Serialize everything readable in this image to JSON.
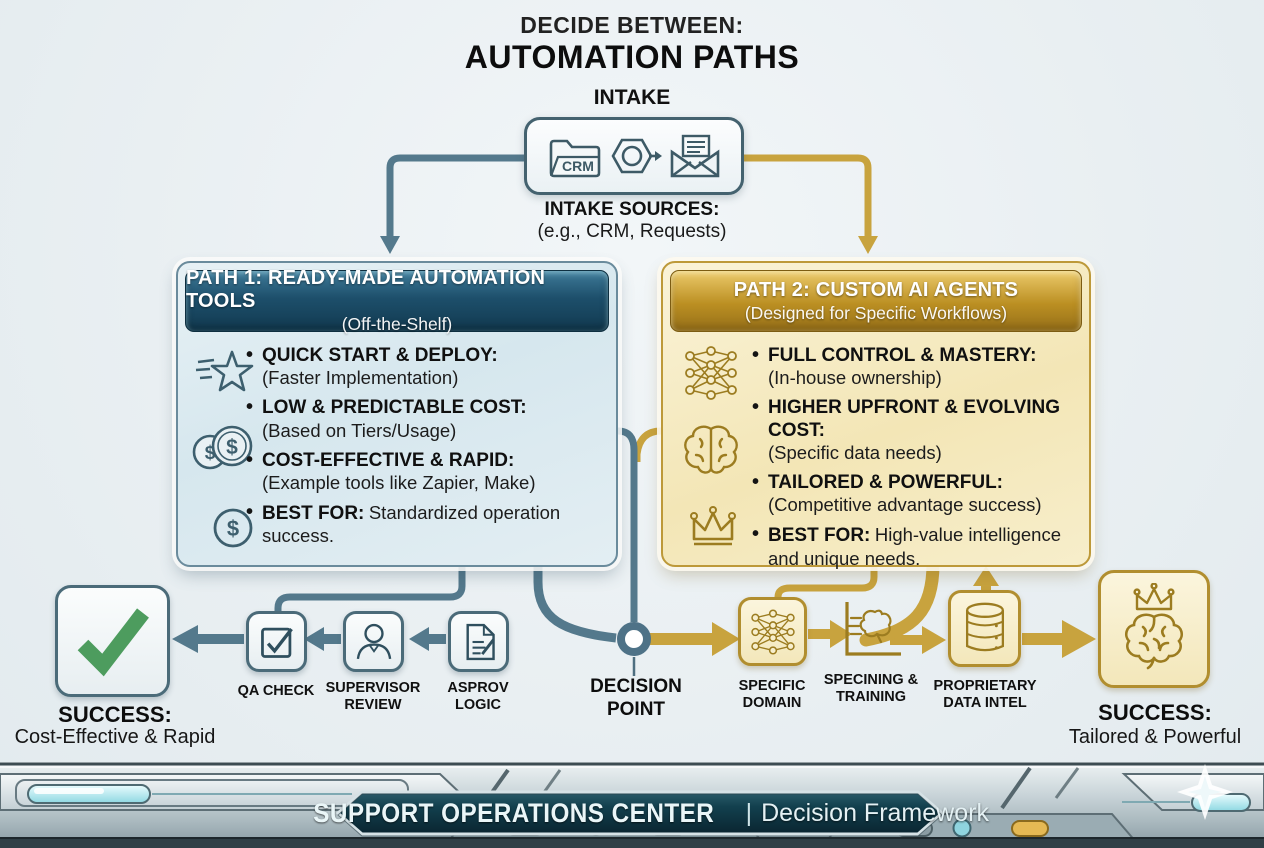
{
  "title": {
    "kicker": "DECIDE BETWEEN:",
    "main": "AUTOMATION PATHS"
  },
  "intake": {
    "label": "INTAKE",
    "crm_badge": "CRM",
    "sources_title": "INTAKE SOURCES:",
    "sources_example": "(e.g., CRM, Requests)"
  },
  "path1": {
    "title": "PATH 1: READY-MADE AUTOMATION TOOLS",
    "subtitle": "(Off-the-Shelf)",
    "bullets": [
      {
        "head": "QUICK START & DEPLOY:",
        "sub": "(Faster Implementation)"
      },
      {
        "head": "LOW & PREDICTABLE COST:",
        "sub": "(Based on Tiers/Usage)"
      },
      {
        "head": "COST-EFFECTIVE & RAPID:",
        "sub": "(Example tools like Zapier, Make)"
      },
      {
        "head": "BEST FOR:",
        "sub": "Standardized operation success."
      }
    ]
  },
  "path2": {
    "title": "PATH 2: CUSTOM AI AGENTS",
    "subtitle": "(Designed for Specific Workflows)",
    "bullets": [
      {
        "head": "FULL CONTROL & MASTERY:",
        "sub": "(In-house ownership)"
      },
      {
        "head": "HIGHER UPFRONT & EVOLVING COST:",
        "sub": "(Specific data needs)"
      },
      {
        "head": "TAILORED & POWERFUL:",
        "sub": "(Competitive advantage success)"
      },
      {
        "head": "BEST FOR:",
        "sub": "High-value intelligence and unique needs."
      }
    ]
  },
  "decision": {
    "line1": "DECISION",
    "line2": "POINT"
  },
  "left_flow": {
    "success": {
      "title": "SUCCESS:",
      "subtitle": "Cost-Effective & Rapid"
    },
    "steps": [
      {
        "line1": "QA CHECK",
        "line2": ""
      },
      {
        "line1": "SUPERVISOR",
        "line2": "REVIEW"
      },
      {
        "line1": "ASPROV",
        "line2": "LOGIC"
      }
    ]
  },
  "right_flow": {
    "steps": [
      {
        "line1": "SPECIFIC",
        "line2": "DOMAIN"
      },
      {
        "line1": "SPECINING &",
        "line2": "TRAINING"
      },
      {
        "line1": "PROPRIETARY",
        "line2": "DATA INTEL"
      }
    ],
    "success": {
      "title": "SUCCESS:",
      "subtitle": "Tailored & Powerful"
    }
  },
  "footer": {
    "title": "SUPPORT OPERATIONS CENTER",
    "separator": "|",
    "subtitle": "Decision Framework"
  },
  "colors": {
    "path_blue": "#54798c",
    "path_gold": "#c8a33e",
    "success_green": "#4d9c5e",
    "header_blue": "#1d4f6b",
    "header_gold": "#b8860b",
    "footer_panel": "#10333f"
  }
}
